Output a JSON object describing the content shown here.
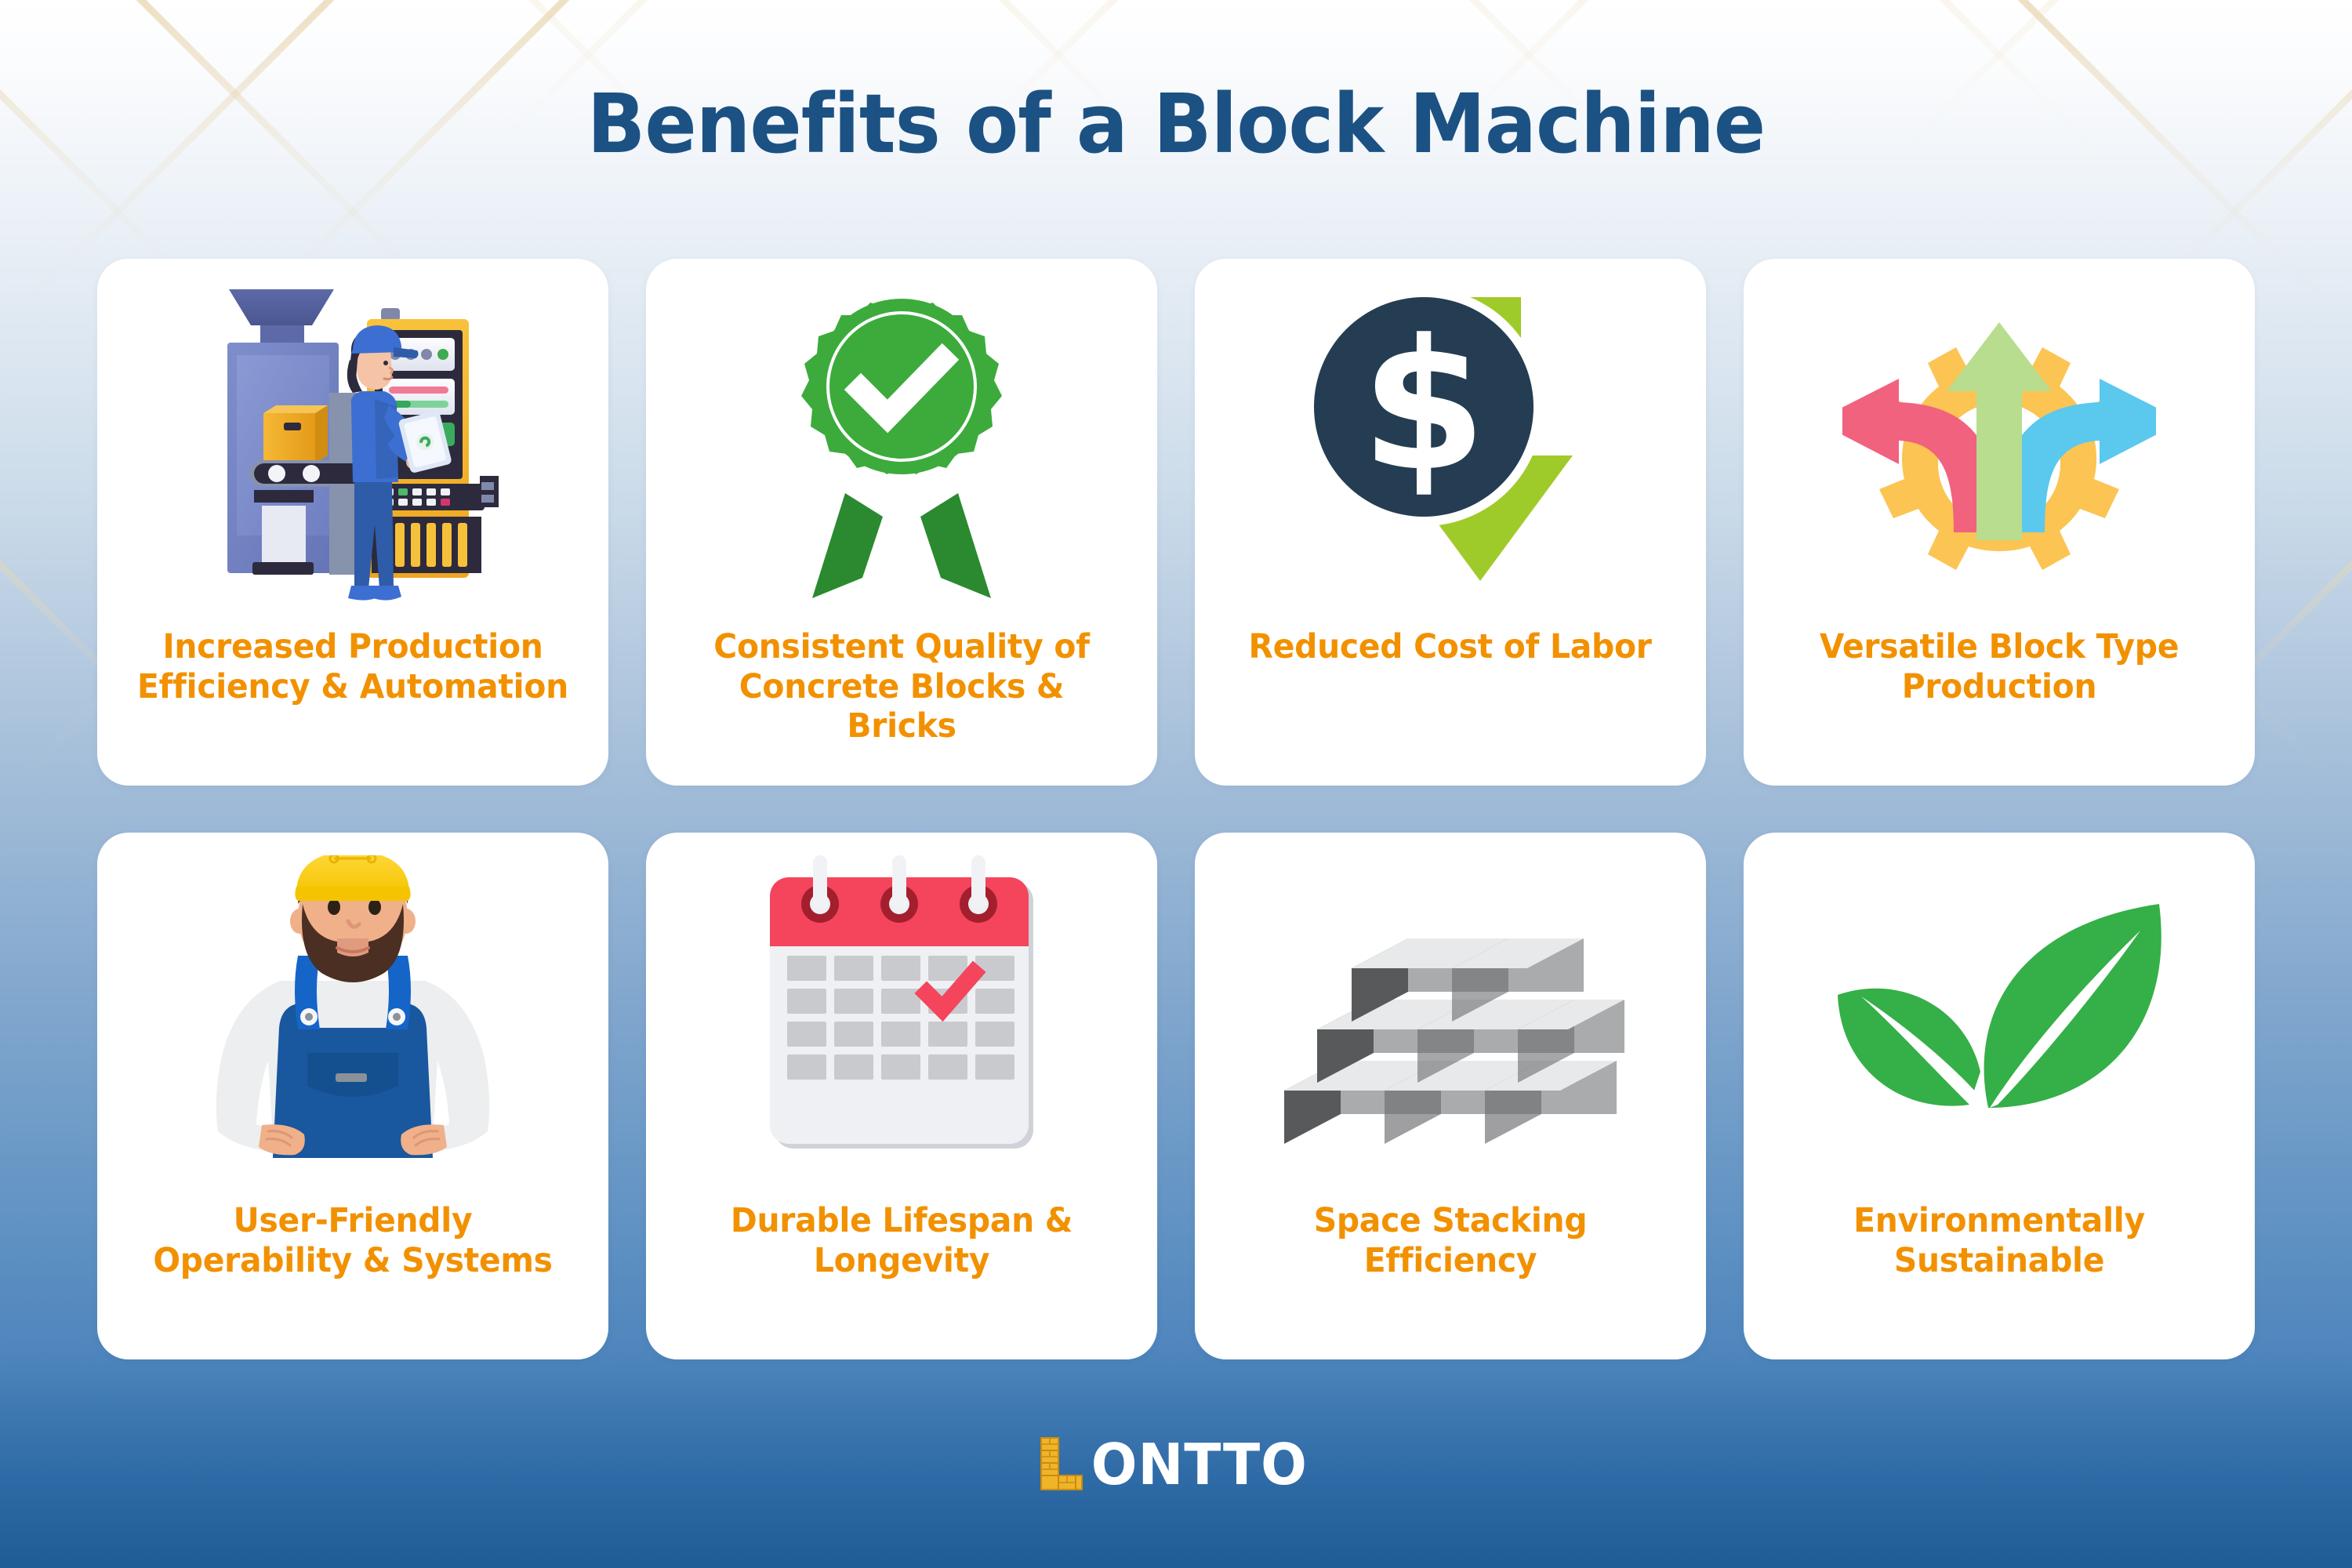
{
  "header": {
    "title": "Benefits of a Block Machine",
    "title_color": "#1c5183"
  },
  "theme": {
    "label_color": "#f29100",
    "card_background": "#ffffff",
    "background_top": "#ffffff",
    "background_bottom": "#1f5c96",
    "pattern_color": "#efe2c8"
  },
  "cards": [
    {
      "id": "increased-production-efficiency",
      "icon": "factory-machine-operator-illustration",
      "label": "Increased Production Efficiency & Automation"
    },
    {
      "id": "consistent-quality",
      "icon": "green-quality-badge-checkmark-icon",
      "label": "Consistent Quality of Concrete Blocks & Bricks"
    },
    {
      "id": "reduced-cost-of-labor",
      "icon": "dollar-coin-down-arrow-icon",
      "label": "Reduced Cost of Labor"
    },
    {
      "id": "versatile-block-type-production",
      "icon": "gear-three-arrows-icon",
      "label": "Versatile Block Type Production"
    },
    {
      "id": "user-friendly-operability",
      "icon": "construction-worker-illustration",
      "label": "User-Friendly Operability & Systems"
    },
    {
      "id": "durable-lifespan-longevity",
      "icon": "calendar-checkmark-icon",
      "label": "Durable Lifespan & Longevity"
    },
    {
      "id": "space-stacking-efficiency",
      "icon": "stacked-concrete-blocks-icon",
      "label": "Space Stacking Efficiency"
    },
    {
      "id": "environmentally-sustainable",
      "icon": "green-leaves-icon",
      "label": "Environmentally Sustainable"
    }
  ],
  "footer": {
    "brand_mark_letter": "L",
    "brand_text": "ONTTO",
    "brand_mark_color": "#f0b429",
    "brand_text_color": "#ffffff"
  }
}
